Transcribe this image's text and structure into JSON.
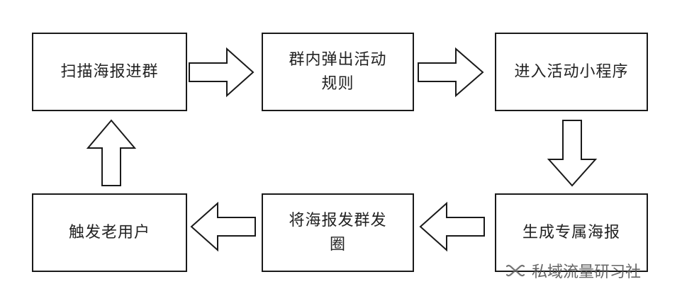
{
  "steps": [
    {
      "id": "scan",
      "label": "扫描海报进群"
    },
    {
      "id": "popup",
      "label": "群内弹出活动规则"
    },
    {
      "id": "enter",
      "label": "进入活动小程序"
    },
    {
      "id": "generate",
      "label": "生成专属海报"
    },
    {
      "id": "share",
      "label": "将海报发群发圈"
    },
    {
      "id": "reach",
      "label": "触发老用户"
    }
  ],
  "flow": [
    "scan",
    "popup",
    "enter",
    "generate",
    "share",
    "reach",
    "scan"
  ],
  "watermark": {
    "text": "私域流量研习社",
    "icon": "wechat-channel-icon"
  },
  "colors": {
    "border": "#1a1a1a",
    "text": "#222222",
    "background": "#ffffff"
  }
}
